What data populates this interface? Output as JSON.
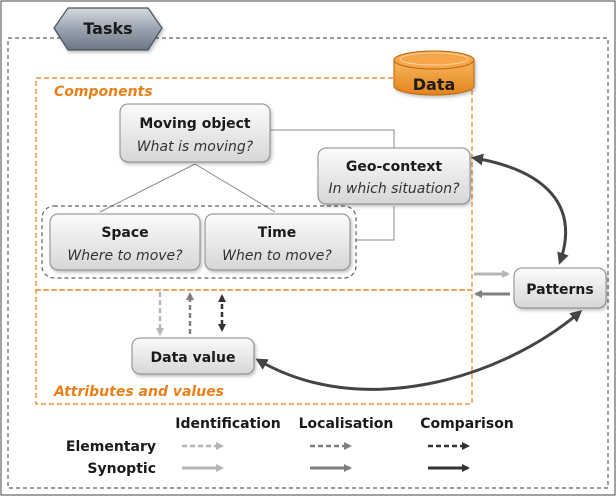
{
  "tasks_label": "Tasks",
  "data_label": "Data",
  "components_label": "Components",
  "attributes_label": "Attributes and values",
  "moving_object": {
    "title": "Moving object",
    "subtitle": "What is moving?"
  },
  "geo_context": {
    "title": "Geo-context",
    "subtitle": "In which situation?"
  },
  "space": {
    "title": "Space",
    "subtitle": "Where to move?"
  },
  "time": {
    "title": "Time",
    "subtitle": "When to move?"
  },
  "data_value": "Data value",
  "patterns": "Patterns",
  "legend": {
    "columns": [
      "Identification",
      "Localisation",
      "Comparison"
    ],
    "rows": [
      "Elementary",
      "Synoptic"
    ]
  },
  "colors": {
    "orange_dash": "#e8801a",
    "identification": "#b5b5b5",
    "localisation": "#7f7f7f",
    "comparison": "#333333"
  }
}
